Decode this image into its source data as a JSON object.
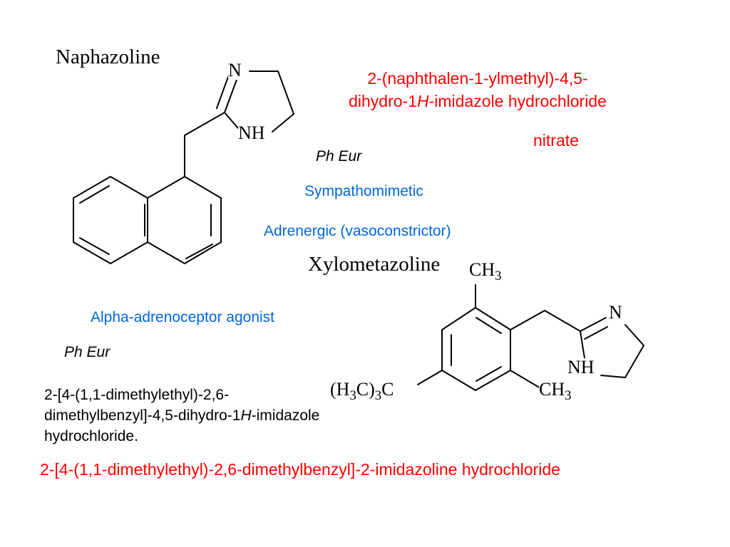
{
  "naphazoline": {
    "name": "Naphazoline",
    "iupac_line1": "2-(naphthalen-1-ylmethyl)-4,5-",
    "iupac_line2_pre": "dihydro-1",
    "iupac_line2_italic": "H",
    "iupac_line2_post": "-imidazole  hydrochloride",
    "salt": "nitrate",
    "pharmacopoeia": "Ph Eur",
    "class": "Sympathomimetic",
    "action": "Adrenergic (vasoconstrictor)",
    "atoms": {
      "n": "N",
      "nh": "NH"
    }
  },
  "xylometazoline": {
    "name": "Xylometazoline",
    "class": "Alpha-adrenoceptor agonist",
    "pharmacopoeia": "Ph Eur",
    "iupac_line1": "2-[4-(1,1-dimethylethyl)-2,6-",
    "iupac_line2_pre": "dimethylbenzyl]-4,5-dihydro-1",
    "iupac_line2_italic": "H",
    "iupac_line2_post": "-imidazole",
    "iupac_line3": "hydrochloride.",
    "alt_name": "2-[4-(1,1-dimethylethyl)-2,6-dimethylbenzyl]-2-imidazoline  hydrochloride",
    "atoms": {
      "n": "N",
      "nh": "NH",
      "ch3_top": "CH",
      "ch3_top_sub": "3",
      "ch3_bottom": "CH",
      "ch3_bottom_sub": "3",
      "tbu_a": "(H",
      "tbu_sub1": "3",
      "tbu_b": "C)",
      "tbu_sub2": "3",
      "tbu_c": "C"
    }
  },
  "colors": {
    "iupac": "#ff0000",
    "pharmacology": "#0066dd",
    "structure": "#000000"
  }
}
